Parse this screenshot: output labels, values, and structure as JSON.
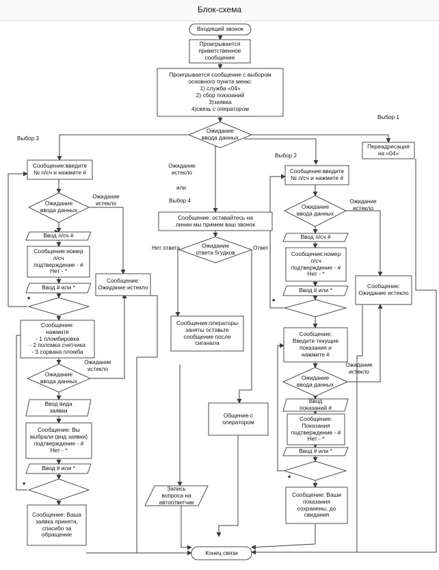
{
  "title": "Блок-схема",
  "nodes": {
    "start": "Входящий звонок",
    "greeting": "Проигрывается\nприветственное\nсообщение",
    "menu": "Проигрывается сообщение с выбором\nосновного пункта меню:\n1) служба «04»\n2) сбор показаний\n3)заявка\n4)связь с оператором",
    "wait_main": "Ожидание\nввода данных",
    "redirect": "Переадресация\nна «04»",
    "wait_operator_msg": "Сообщение: оставайтесь на\nлинии мы примем ваш звонок",
    "wait_5": "Ожидание\nответа 5гудков",
    "operators_busy": "Сообщение:операторы\nзаняты оставьте\nсообщение после\nсиганала",
    "operator_talk": "Общение с\nоператором",
    "record": "Запись\nвопроса на\nавтоответчик",
    "end": "Конец связи",
    "l_enter_acc": "Сообщение:введите\n№ л/сч и нажмите #",
    "l_wait1": "Ожидание\nввода данных",
    "l_input_acc": "Ввод л/сч #",
    "l_confirm": "Сообщение:номер\nл/сч\nподтверждение - #\nНет - *",
    "l_input_hash": "Ввод # или *",
    "l_timeout": "Сообщение:\nОжидание истекло",
    "l_press": "Сообщение:\nнажмите\n- 1 пломбировка\n- 2 поломка счетчика\n- 3 сорвана пломба",
    "l_wait2": "Ожидание\nввода данных",
    "l_input_type": "Ввод вида\nзаявки",
    "l_chosen": "Сообщение: Вы\nвыбрали (вид заявки)\nподтверждение - #\nНет - *",
    "l_input_hash2": "Ввод # или *",
    "l_accepted": "Сообщение: Ваша\nзаявка принята,\nспасибо за\nобращение",
    "r_enter_acc": "Сообщение:введите\n№ л/сч и нажмите #",
    "r_wait1": "Ожидание\nввода данных",
    "r_input_acc": "Ввод л/сч #",
    "r_confirm": "Сообщение:номер\nл/сч\nподтверждение - #\nНет - *",
    "r_input_hash": "Ввод # или *",
    "r_timeout": "Сообщение:\nОжидание истекло",
    "r_enter_readings": "Сообщение:\nВведите текущие\nпоказания и\nнажмите #",
    "r_wait2": "Ожидание\nввода данных",
    "r_input_readings": "Ввод\nпоказаний #",
    "r_readings_confirm": "Сообщение:\nПоказания\nподтверждение - #\nНет - *",
    "r_input_hash2": "Ввод # или *",
    "r_saved": "Сообщение: Ваши\nпоказания\nсохранены, до\nсвидания"
  },
  "labels": {
    "choice1": "Выбор 1",
    "choice2": "Выбор 2",
    "choice3": "Выбор 3",
    "choice4": "Выбор 4",
    "wait_expired_mid": "Ожидание\nистекло",
    "or": "или",
    "no_answer": "Нет ответа",
    "answer": "Ответ",
    "exp_l1": "Ожидание\nистекло",
    "exp_l2": "Ожидание\nистекло",
    "exp_r1": "Ожидание\nистекло",
    "exp_r2": "Ожидание\nистекло",
    "star": "*"
  }
}
